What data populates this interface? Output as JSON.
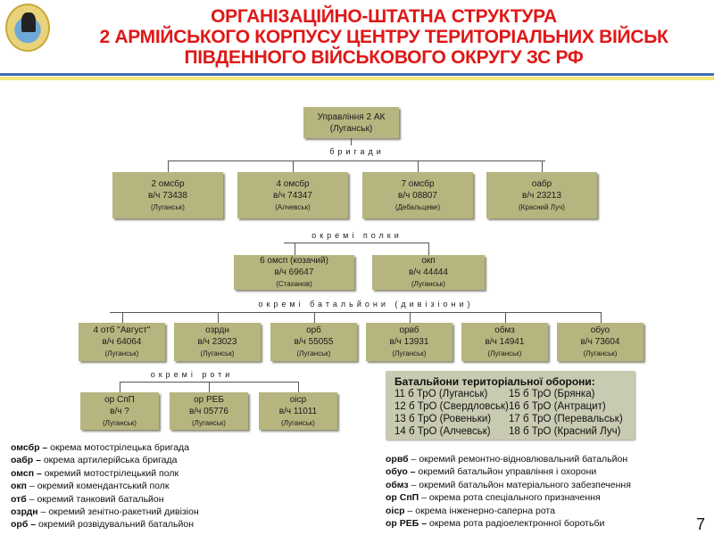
{
  "title": [
    "ОРГАНІЗАЦІЙНО-ШТАТНА СТРУКТУРА",
    "2 АРМІЙСЬКОГО КОРПУСУ ЦЕНТРУ ТЕРИТОРІАЛЬНИХ ВІЙСЬК",
    "ПІВДЕННОГО ВІЙСЬКОВОГО ОКРУГУ ЗС РФ"
  ],
  "root": {
    "name": "Управління 2 АК",
    "loc": "(Луганськ)"
  },
  "groups": {
    "brigades": "бригади",
    "regiments": "окремі полки",
    "battalions": "окремі батальйони (дивізіони)",
    "companies": "окремі роти"
  },
  "brigades": [
    {
      "name": "2 омсбр",
      "unit": "в/ч 73438",
      "loc": "(Луганськ)"
    },
    {
      "name": "4 омсбр",
      "unit": "в/ч 74347",
      "loc": "(Алчевськ)"
    },
    {
      "name": "7 омсбр",
      "unit": "в/ч 08807",
      "loc": "(Дебальцеве)"
    },
    {
      "name": "оабр",
      "unit": "в/ч 23213",
      "loc": "(Красний Луч)"
    }
  ],
  "regiments": [
    {
      "name": "6 омсп (козачий)",
      "unit": "в/ч 69647",
      "loc": "(Стаханов)"
    },
    {
      "name": "окп",
      "unit": "в/ч 44444",
      "loc": "(Луганськ)"
    }
  ],
  "battalions": [
    {
      "name": "4 отб  \"Август\"",
      "unit": "в/ч 64064",
      "loc": "(Луганськ)"
    },
    {
      "name": "озрдн",
      "unit": "в/ч 23023",
      "loc": "(Луганськ)"
    },
    {
      "name": "орб",
      "unit": "в/ч 55055",
      "loc": "(Луганськ)"
    },
    {
      "name": "орвб",
      "unit": "в/ч 13931",
      "loc": "(Луганськ)"
    },
    {
      "name": "обмз",
      "unit": "в/ч 14941",
      "loc": "(Луганськ)"
    },
    {
      "name": "обуо",
      "unit": "в/ч 73604",
      "loc": "(Луганськ)"
    }
  ],
  "companies": [
    {
      "name": "ор СпП",
      "unit": "в/ч ?",
      "loc": "(Луганськ)"
    },
    {
      "name": "ор РЕБ",
      "unit": "в/ч 05776",
      "loc": "(Луганськ)"
    },
    {
      "name": "оіср",
      "unit": "в/ч 11011",
      "loc": "(Луганськ)"
    }
  ],
  "tro": {
    "title": "Батальйони територіальної оборони:",
    "items": [
      "11 б ТрО (Луганськ)",
      "15 б ТрО (Брянка)",
      "12 б ТрО (Свердловськ)",
      "16 б ТрО (Антрацит)",
      "13 б ТрО (Ровеньки)",
      "17 б ТрО (Перевальськ)",
      "14 б ТрО (Алчевськ)",
      "18 б ТрО (Красний Луч)"
    ]
  },
  "legend_left": [
    {
      "abbr": "омсбр –",
      "text": " окрема мотострілецька бригада"
    },
    {
      "abbr": "оабр –",
      "text": " окрема артилерійська бригада"
    },
    {
      "abbr": "омсп –",
      "text": "  окремий мотострілецький полк"
    },
    {
      "abbr": "окп",
      "text": " – окремий комендантський полк"
    },
    {
      "abbr": "отб",
      "text": " – окремий танковий батальйон"
    },
    {
      "abbr": "озрдн",
      "text": " – окремий зенітно-ракетний дивізіон"
    },
    {
      "abbr": "орб –",
      "text": " окремий розвідувальний батальйон"
    }
  ],
  "legend_right": [
    {
      "abbr": "орвб",
      "text": " – окремий ремонтно-відновлювальний батальйон"
    },
    {
      "abbr": "обуо –",
      "text": " окремий батальйон управління і охорони"
    },
    {
      "abbr": "обмз",
      "text": " – окремий батальйон матеріального забезпечення"
    },
    {
      "abbr": "ор СпП",
      "text": " – окрема рота спеціального призначення"
    },
    {
      "abbr": "оіср",
      "text": " – окрема інженерно-саперна рота"
    },
    {
      "abbr": "ор РЕБ –",
      "text": " окрема рота радіоелектронної боротьби"
    }
  ],
  "page_number": "7"
}
